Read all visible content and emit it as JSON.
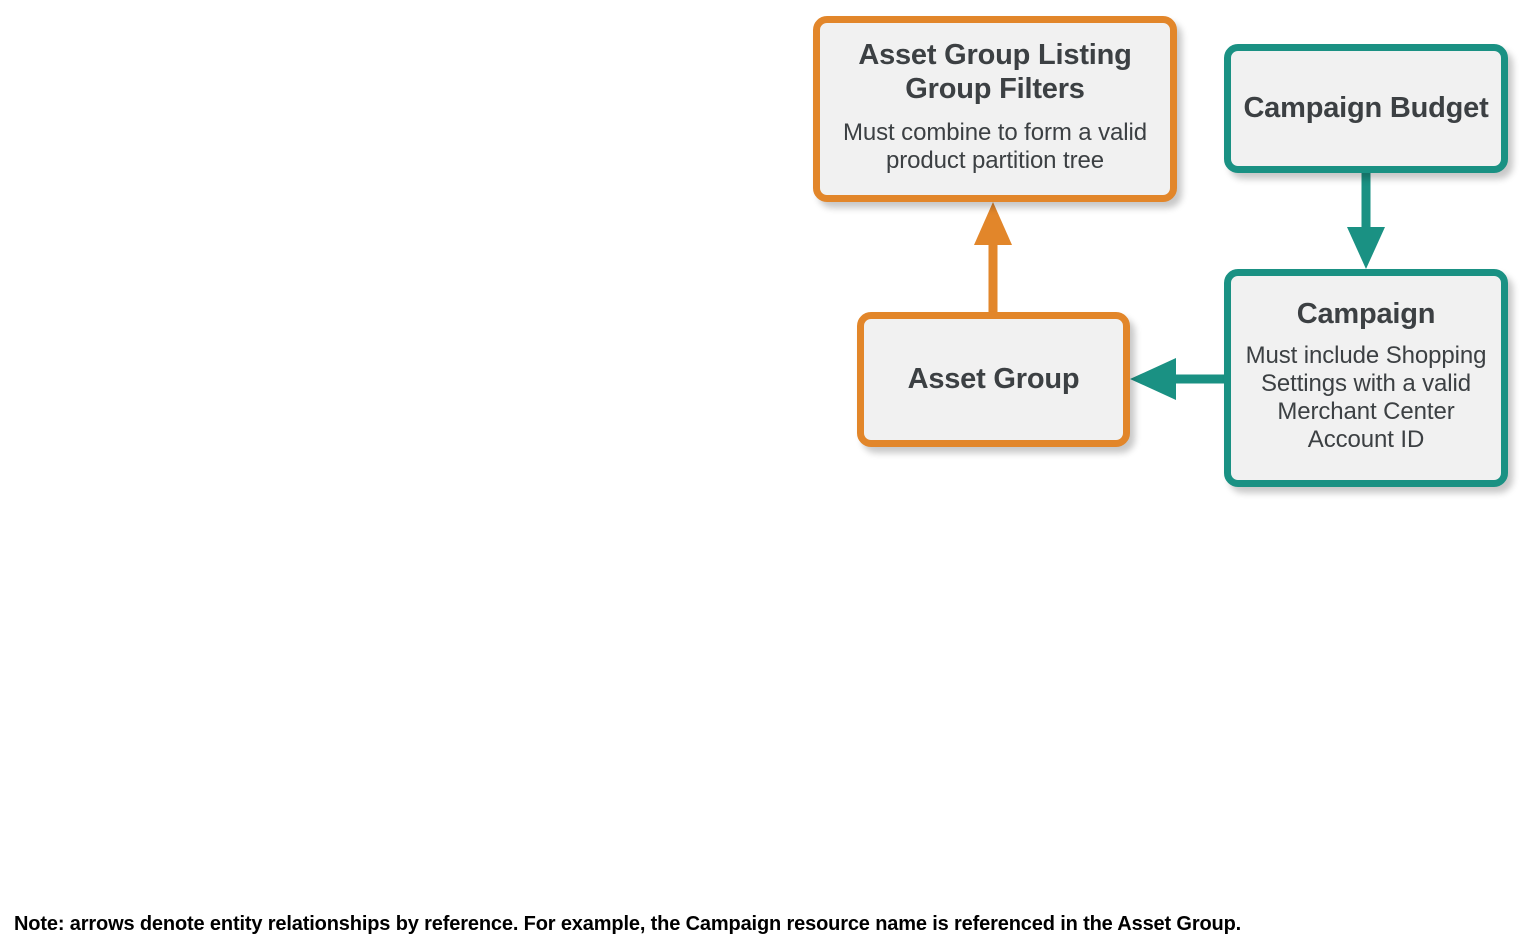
{
  "diagram": {
    "colors": {
      "orange": "#e2862a",
      "teal": "#1a9183",
      "node_fill": "#f1f1f1",
      "text": "#3c4043",
      "footnote_text": "#000000",
      "background": "#ffffff"
    },
    "nodes": [
      {
        "id": "asset-group-listing-group-filters",
        "title": "Asset Group Listing Group Filters",
        "subtitle": "Must combine to form a valid product partition tree",
        "color": "orange"
      },
      {
        "id": "campaign-budget",
        "title": "Campaign Budget",
        "subtitle": "",
        "color": "teal"
      },
      {
        "id": "asset-group",
        "title": "Asset Group",
        "subtitle": "",
        "color": "orange"
      },
      {
        "id": "campaign",
        "title": "Campaign",
        "subtitle": "Must include Shopping Settings with a valid Merchant Center Account ID",
        "color": "teal"
      }
    ],
    "edges": [
      {
        "id": "asset-group-to-listing-group-filters",
        "from": "asset-group",
        "to": "asset-group-listing-group-filters",
        "direction": "up",
        "color": "orange"
      },
      {
        "id": "campaign-budget-to-campaign",
        "from": "campaign-budget",
        "to": "campaign",
        "direction": "down",
        "color": "teal"
      },
      {
        "id": "campaign-to-asset-group",
        "from": "campaign",
        "to": "asset-group",
        "direction": "left",
        "color": "teal"
      }
    ],
    "footnote": "Note: arrows denote entity relationships by reference. For example, the Campaign resource name is referenced in the Asset Group."
  }
}
